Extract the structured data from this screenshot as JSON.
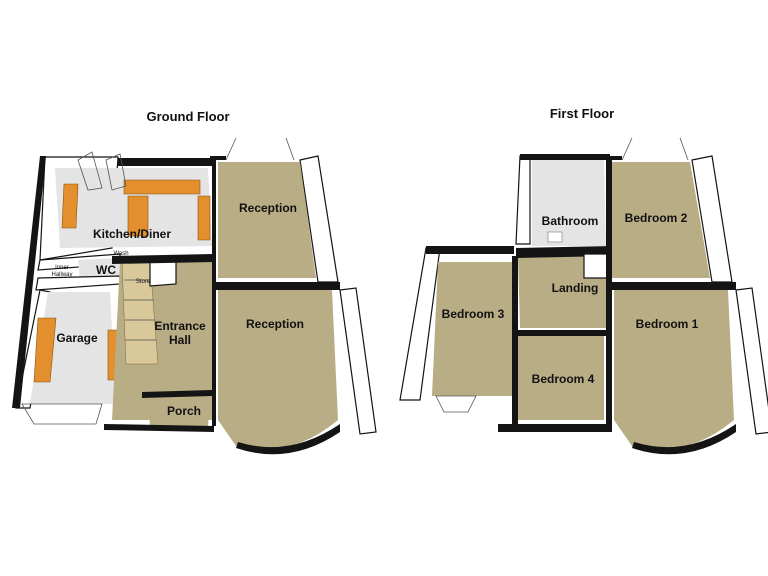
{
  "ground_floor": {
    "title": "Ground Floor",
    "rooms": {
      "kitchen": "Kitchen/Diner",
      "reception_rear": "Reception",
      "reception_front": "Reception",
      "wc": "WC",
      "inner_hallway_line1": "Inner",
      "inner_hallway_line2": "Hallway",
      "wash": "Wash",
      "store": "Store",
      "entrance_line1": "Entrance",
      "entrance_line2": "Hall",
      "garage": "Garage",
      "porch": "Porch"
    }
  },
  "first_floor": {
    "title": "First Floor",
    "rooms": {
      "bathroom": "Bathroom",
      "bedroom2": "Bedroom 2",
      "landing": "Landing",
      "bedroom3": "Bedroom 3",
      "bedroom1": "Bedroom 1",
      "bedroom4": "Bedroom 4"
    }
  },
  "colors": {
    "carpet": "#b9ad86",
    "tile": "#e4e4e4",
    "wall": "#141414",
    "counter": "#e38f2e"
  }
}
